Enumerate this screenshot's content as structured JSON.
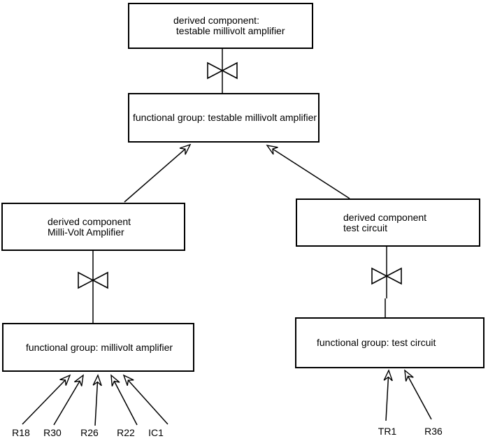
{
  "diagram": {
    "background_color": "#ffffff",
    "line_color": "#000000",
    "boxes": {
      "derived_testable": {
        "lines": [
          "derived component:",
          " testable millivolt amplifier"
        ]
      },
      "fg_testable": {
        "lines": [
          "functional group: testable millivolt amplifier"
        ]
      },
      "derived_mva": {
        "lines": [
          "derived component",
          "Milli-Volt Amplifier"
        ]
      },
      "derived_test": {
        "lines": [
          "derived component",
          "test circuit"
        ]
      },
      "fg_mva": {
        "lines": [
          "functional group: millivolt amplifier"
        ]
      },
      "fg_test": {
        "lines": [
          "functional group: test circuit"
        ]
      }
    },
    "components": [
      {
        "label": "R18"
      },
      {
        "label": "R30"
      },
      {
        "label": "R26"
      },
      {
        "label": "R22"
      },
      {
        "label": "IC1"
      },
      {
        "label": "TR1"
      },
      {
        "label": "R36"
      }
    ],
    "edges": [
      {
        "from": "derived_testable",
        "to": "fg_testable",
        "connector": "bowtie"
      },
      {
        "from": "derived_mva",
        "to": "fg_testable",
        "connector": "arrow"
      },
      {
        "from": "derived_test",
        "to": "fg_testable",
        "connector": "arrow"
      },
      {
        "from": "derived_mva",
        "to": "fg_mva",
        "connector": "bowtie"
      },
      {
        "from": "derived_test",
        "to": "fg_test",
        "connector": "bowtie"
      },
      {
        "from": "R18",
        "to": "fg_mva",
        "connector": "arrow"
      },
      {
        "from": "R30",
        "to": "fg_mva",
        "connector": "arrow"
      },
      {
        "from": "R26",
        "to": "fg_mva",
        "connector": "arrow"
      },
      {
        "from": "R22",
        "to": "fg_mva",
        "connector": "arrow"
      },
      {
        "from": "IC1",
        "to": "fg_mva",
        "connector": "arrow"
      },
      {
        "from": "TR1",
        "to": "fg_test",
        "connector": "arrow"
      },
      {
        "from": "R36",
        "to": "fg_test",
        "connector": "arrow"
      }
    ]
  }
}
